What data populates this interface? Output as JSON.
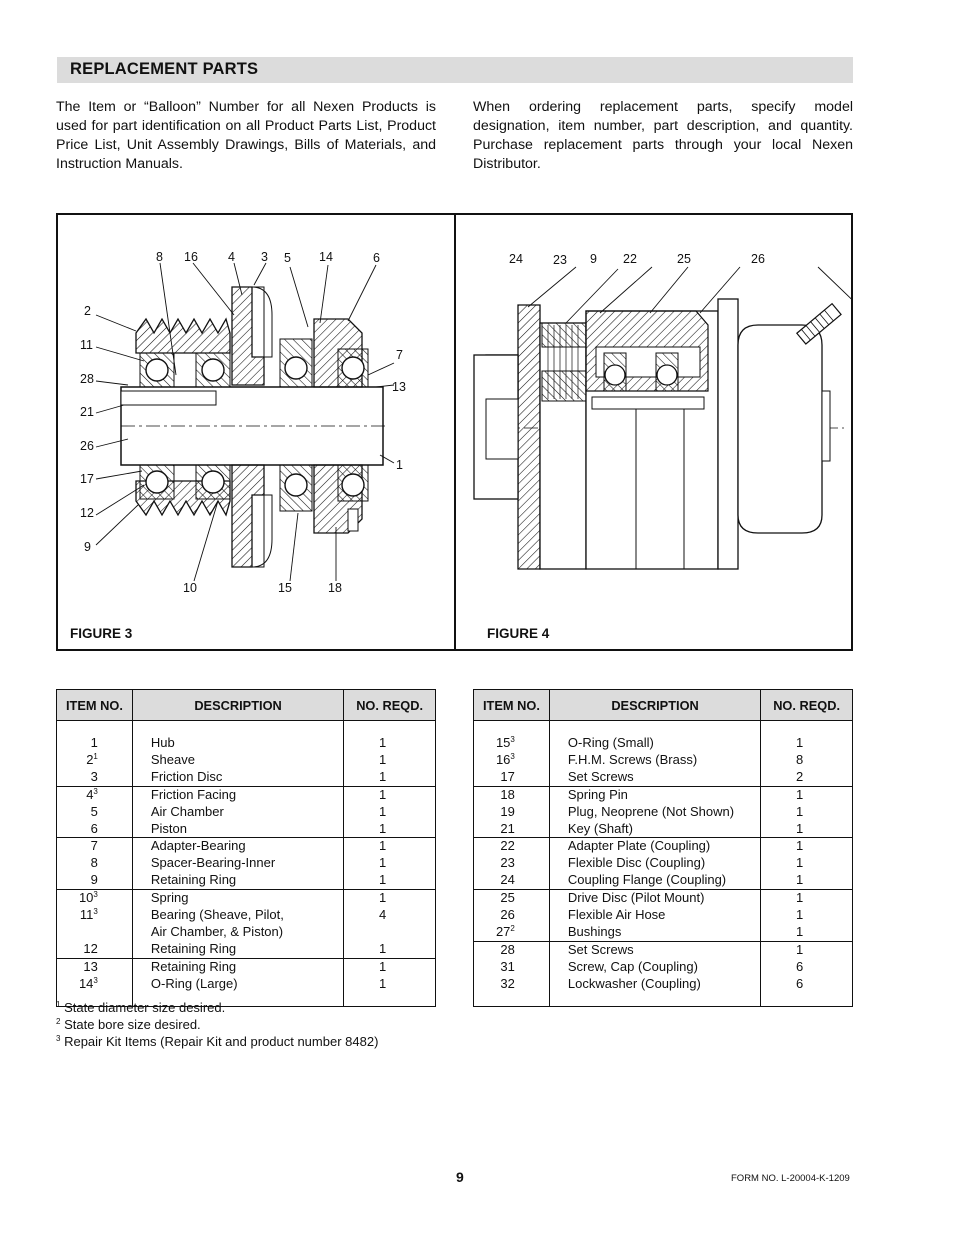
{
  "section_title": "REPLACEMENT PARTS",
  "intro": {
    "left": "The Item or “Balloon” Number for all Nexen Products is used for part identification on all Product Parts List, Product Price List, Unit Assembly Drawings, Bills of Materials, and Instruction Manuals.",
    "right": "When ordering replacement parts, specify model designation, item number, part description, and quantity.  Purchase replacement parts through your local Nexen Distributor."
  },
  "figures": {
    "figure3": {
      "caption": "FIGURE 3",
      "callouts": [
        "8",
        "16",
        "4",
        "3",
        "5",
        "14",
        "6",
        "2",
        "11",
        "7",
        "28",
        "13",
        "21",
        "26",
        "1",
        "17",
        "12",
        "9",
        "10",
        "15",
        "18"
      ]
    },
    "figure4": {
      "caption": "FIGURE 4",
      "callouts": [
        "24",
        "23",
        "9",
        "22",
        "25",
        "26"
      ]
    }
  },
  "table_headers": {
    "item": "ITEM NO.",
    "description": "DESCRIPTION",
    "qty": "NO. REQD."
  },
  "table1": [
    {
      "item": "1",
      "sup": "",
      "description": "Hub",
      "qty": "1"
    },
    {
      "item": "2",
      "sup": "1",
      "description": "Sheave",
      "qty": "1"
    },
    {
      "item": "3",
      "sup": "",
      "description": "Friction Disc",
      "qty": "1"
    },
    {
      "item": "4",
      "sup": "3",
      "description": "Friction Facing",
      "qty": "1"
    },
    {
      "item": "5",
      "sup": "",
      "description": "Air Chamber",
      "qty": "1"
    },
    {
      "item": "6",
      "sup": "",
      "description": "Piston",
      "qty": "1"
    },
    {
      "item": "7",
      "sup": "",
      "description": "Adapter-Bearing",
      "qty": "1"
    },
    {
      "item": "8",
      "sup": "",
      "description": "Spacer-Bearing-Inner",
      "qty": "1"
    },
    {
      "item": "9",
      "sup": "",
      "description": "Retaining Ring",
      "qty": "1"
    },
    {
      "item": "10",
      "sup": "3",
      "description": "Spring",
      "qty": "1"
    },
    {
      "item": "11",
      "sup": "3",
      "description": "Bearing (Sheave, Pilot,",
      "qty": "4"
    },
    {
      "item": "",
      "sup": "",
      "description": "Air Chamber, & Piston)",
      "qty": ""
    },
    {
      "item": "12",
      "sup": "",
      "description": "Retaining Ring",
      "qty": "1"
    },
    {
      "item": "13",
      "sup": "",
      "description": "Retaining Ring",
      "qty": "1"
    },
    {
      "item": "14",
      "sup": "3",
      "description": "O-Ring (Large)",
      "qty": "1"
    }
  ],
  "table2": [
    {
      "item": "15",
      "sup": "3",
      "description": "O-Ring (Small)",
      "qty": "1"
    },
    {
      "item": "16",
      "sup": "3",
      "description": "F.H.M. Screws (Brass)",
      "qty": "8"
    },
    {
      "item": "17",
      "sup": "",
      "description": "Set Screws",
      "qty": "2"
    },
    {
      "item": "18",
      "sup": "",
      "description": "Spring Pin",
      "qty": "1"
    },
    {
      "item": "19",
      "sup": "",
      "description": "Plug, Neoprene (Not Shown)",
      "qty": "1"
    },
    {
      "item": "21",
      "sup": "",
      "description": "Key (Shaft)",
      "qty": "1"
    },
    {
      "item": "22",
      "sup": "",
      "description": "Adapter Plate (Coupling)",
      "qty": "1"
    },
    {
      "item": "23",
      "sup": "",
      "description": "Flexible Disc (Coupling)",
      "qty": "1"
    },
    {
      "item": "24",
      "sup": "",
      "description": "Coupling Flange (Coupling)",
      "qty": "1"
    },
    {
      "item": "25",
      "sup": "",
      "description": "Drive Disc (Pilot Mount)",
      "qty": "1"
    },
    {
      "item": "26",
      "sup": "",
      "description": "Flexible Air Hose",
      "qty": "1"
    },
    {
      "item": "27",
      "sup": "2",
      "description": "Bushings",
      "qty": "1"
    },
    {
      "item": "28",
      "sup": "",
      "description": "Set Screws",
      "qty": "1"
    },
    {
      "item": "31",
      "sup": "",
      "description": "Screw, Cap (Coupling)",
      "qty": "6"
    },
    {
      "item": "32",
      "sup": "",
      "description": "Lockwasher (Coupling)",
      "qty": "6"
    }
  ],
  "footnotes": [
    {
      "mark": "1",
      "text": "State diameter size desired."
    },
    {
      "mark": "2",
      "text": "State bore size desired."
    },
    {
      "mark": "3",
      "text": "Repair Kit Items (Repair Kit and product number 8482)"
    }
  ],
  "page_number": "9",
  "form_number": "FORM NO. L-20004-K-1209"
}
